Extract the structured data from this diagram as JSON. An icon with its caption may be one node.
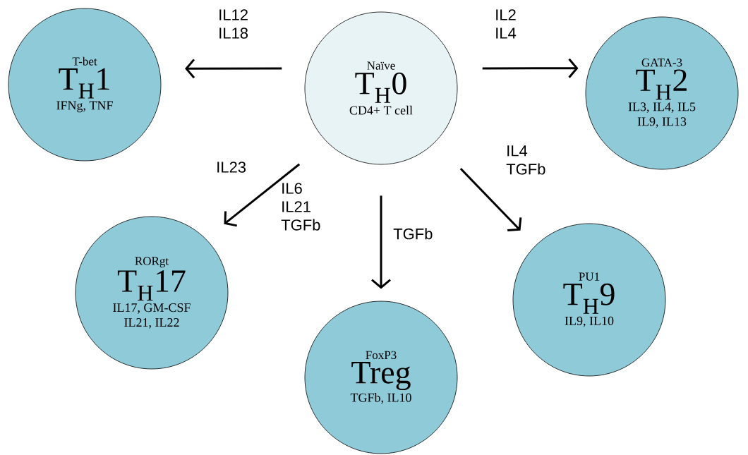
{
  "diagram": {
    "nodes": [
      {
        "text": [
          "Naïve",
          "T$_{H}$0",
          "CD4+ T cell"
        ]
      },
      {
        "text": [
          "T-bet",
          "T$_{H}$1",
          "IFNg, TNF"
        ]
      },
      {
        "text": [
          "GATA-3",
          "T$_{H}$2",
          "IL3, IL4, IL5 IL9, IL13"
        ]
      },
      {
        "text": [
          "RORgt",
          "T$_{H}$17",
          "IL17, GM-CSF IL21, IL22"
        ]
      },
      {
        "text": [
          "FoxP3",
          "Treg",
          "TGFb, IL10"
        ]
      },
      {
        "text": [
          "PU1",
          "T$_{H}$9",
          "IL9, IL10"
        ]
      }
    ],
    "edges": [
      {
        "from": 0,
        "to": 1,
        "arrow": "to",
        "label": "IL12 IL18"
      },
      {
        "from": 0,
        "to": 2,
        "arrow": "to",
        "label": "IL2 IL4"
      },
      {
        "from": 0,
        "to": 3,
        "arrow": "to",
        "label": "IL6 IL21 TGFb"
      },
      {
        "from": 0,
        "to": 4,
        "arrow": "to",
        "label": "TGFb"
      },
      {
        "from": 0,
        "to": 5,
        "arrow": "to",
        "label": "IL4 TGFb"
      }
    ],
    "labels": [
      "IL23"
    ]
  }
}
